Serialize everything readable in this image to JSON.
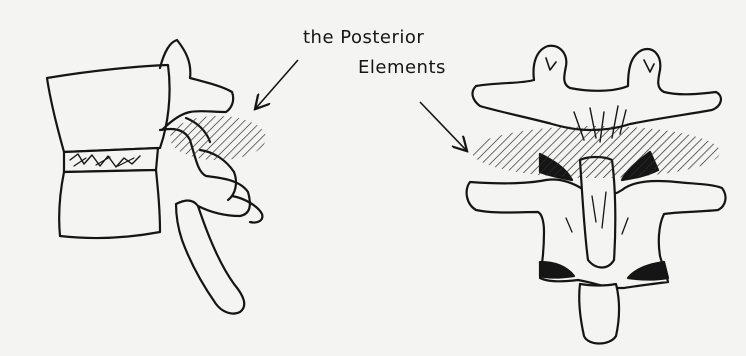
{
  "annotation": {
    "line1": "the Posterior",
    "line2": "Elements"
  },
  "figures": {
    "left": "lateral-view-lumbar-vertebrae",
    "right": "posterior-view-lumbar-vertebrae"
  },
  "colors": {
    "ink": "#151515",
    "paper": "#f4f4f2",
    "hatch": "#2a2a2a"
  }
}
